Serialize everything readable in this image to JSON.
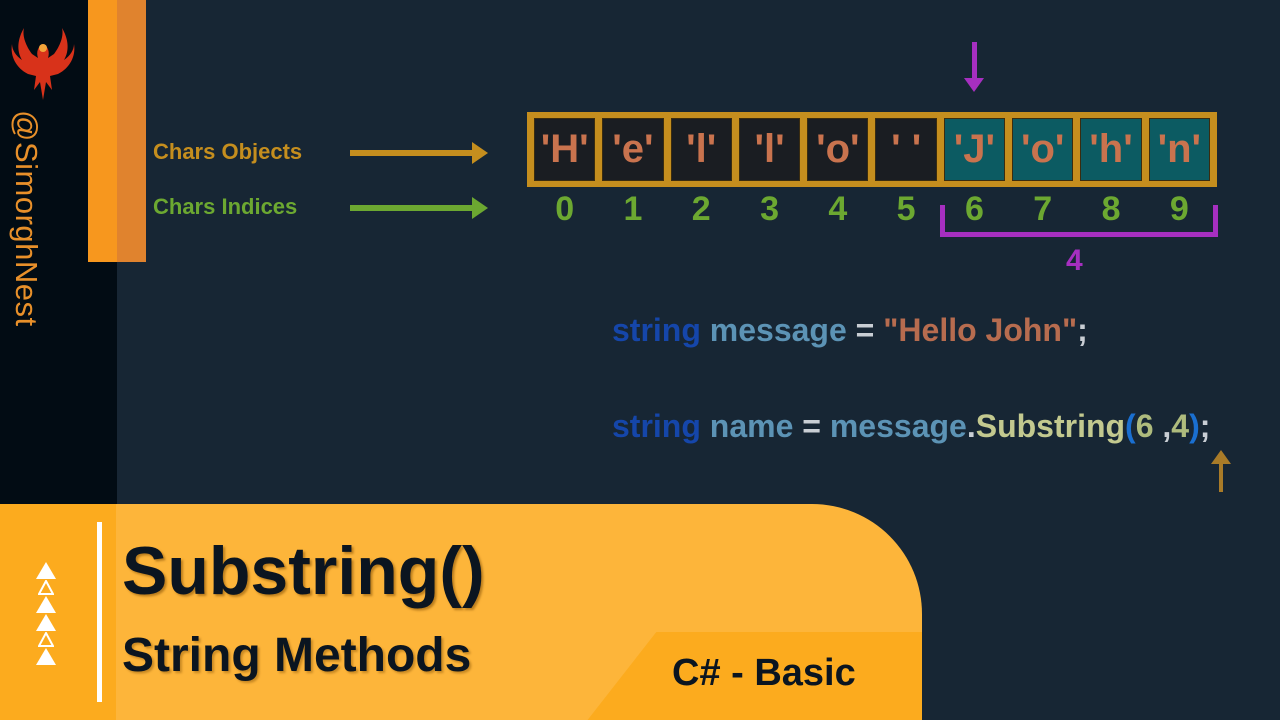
{
  "brand": {
    "handle": "@SimorghNest",
    "logo_icon": "phoenix-logo-icon",
    "colors": {
      "orange_bar": "#F7971E",
      "orange_bar_dark": "#E0832E",
      "background": "#172634",
      "sidebar": "#020c14"
    }
  },
  "diagram": {
    "labels": {
      "objects": "Chars Objects",
      "indices": "Chars Indices"
    },
    "label_colors": {
      "objects": "#C58E1E",
      "indices": "#6CA831"
    },
    "chars": [
      "'H'",
      "'e'",
      "'l'",
      "'l'",
      "'o'",
      "' '",
      "'J'",
      "'o'",
      "'h'",
      "'n'"
    ],
    "highlighted_from_index": 6,
    "indices": [
      "0",
      "1",
      "2",
      "3",
      "4",
      "5",
      "6",
      "7",
      "8",
      "9"
    ],
    "bracket_length_label": "4",
    "accent_color": "#A62FC0"
  },
  "code": {
    "line1": {
      "kw": "string",
      "var": "message",
      "op": "=",
      "str": "\"Hello John\"",
      "end": ";"
    },
    "line2": {
      "kw": "string",
      "var": "name",
      "op": "=",
      "obj": "message",
      "dot": ".",
      "method": "Substring",
      "open": "(",
      "arg1": "6",
      "comma": " ,",
      "arg2": "4",
      "close": ")",
      "end": ";"
    }
  },
  "banner": {
    "title": "Substring()",
    "subtitle": "String Methods",
    "tag": "C# - Basic",
    "triangles": [
      "filled",
      "outline",
      "filled",
      "filled",
      "outline",
      "filled"
    ]
  }
}
